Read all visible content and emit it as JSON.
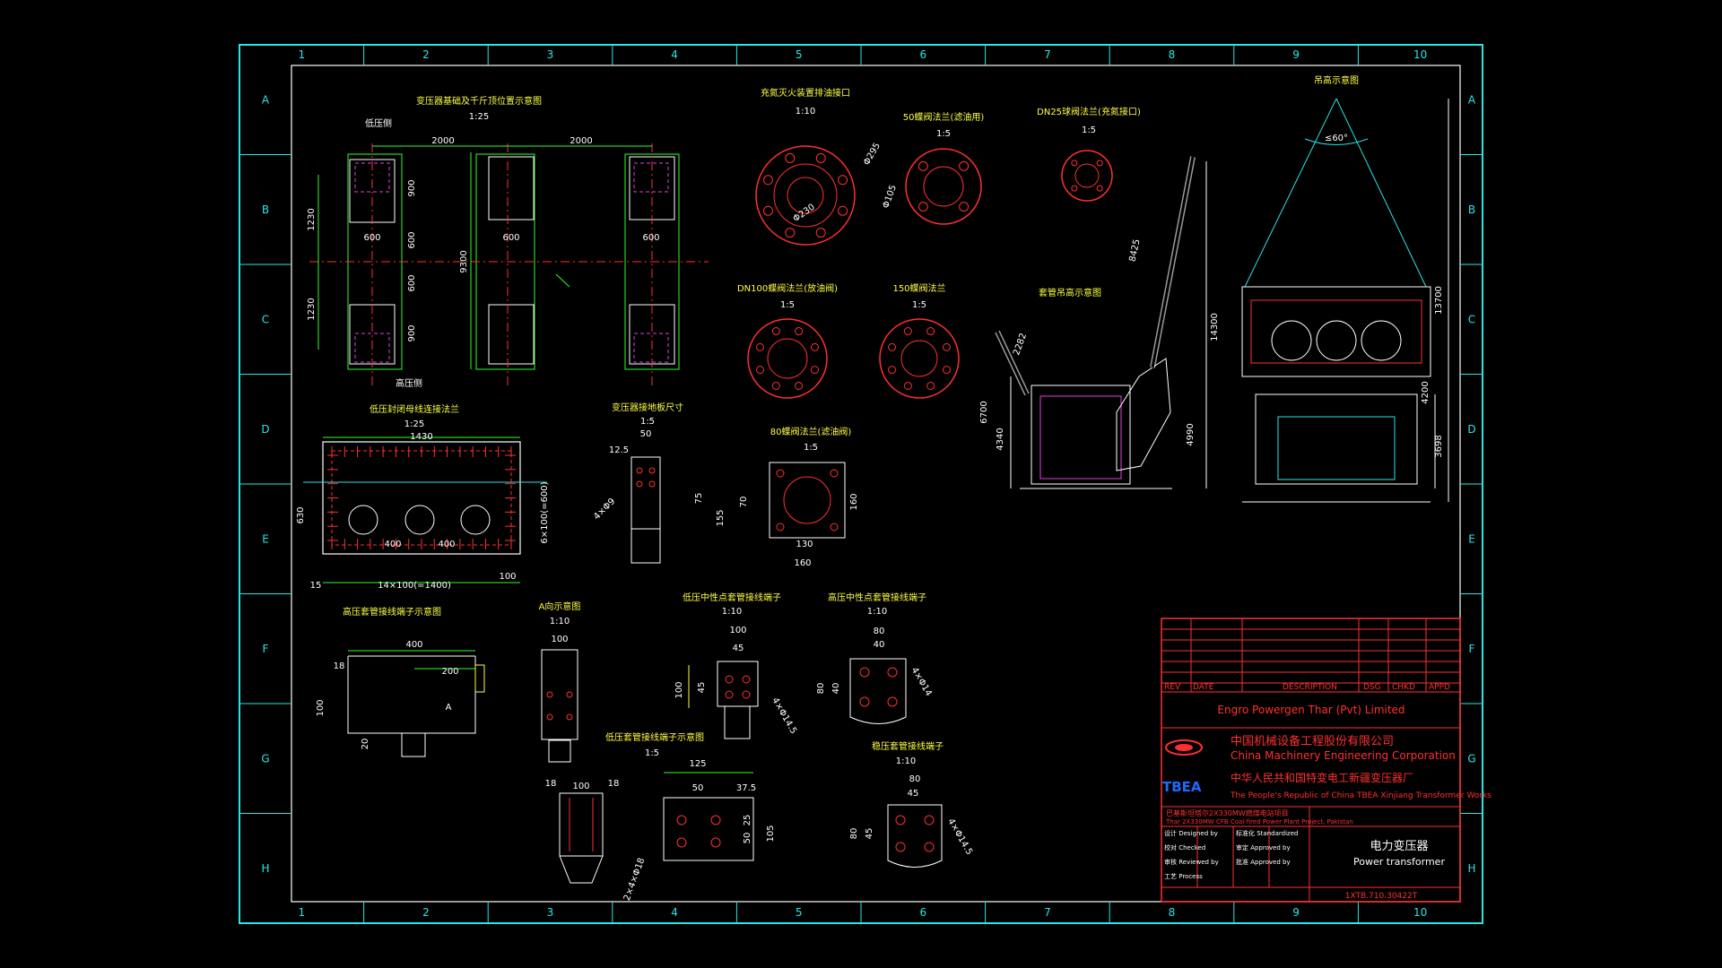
{
  "border": {
    "cols": [
      "1",
      "2",
      "3",
      "4",
      "5",
      "6",
      "7",
      "8",
      "9",
      "10"
    ],
    "rows": [
      "A",
      "B",
      "C",
      "D",
      "E",
      "F",
      "G",
      "H"
    ]
  },
  "views": {
    "foundation": {
      "title": "变压器基础及千斤顶位置示意图",
      "scale": "1:25",
      "lv_side": "低压侧",
      "hv_side": "高压侧",
      "dim_top1": "2000",
      "dim_top2": "2000",
      "dim_h1": "1230",
      "dim_h2": "1230",
      "dim_900a": "900",
      "dim_600a": "600",
      "dim_600b": "600",
      "dim_900b": "900",
      "w_left": "600",
      "w_mid": "600",
      "w_right": "600",
      "total": "9300"
    },
    "flange_fire": {
      "title": "充氮灭火装置排油接口",
      "scale": "1:10",
      "d1": "Φ295",
      "d2": "Φ230"
    },
    "flange50": {
      "title": "50蝶阀法兰(滤油用)",
      "scale": "1:5",
      "d1": "Φ105"
    },
    "flange_dn25": {
      "title": "DN25球阀法兰(充氮接口)",
      "scale": "1:5"
    },
    "flange_dn100": {
      "title": "DN100蝶阀法兰(放油阀)",
      "scale": "1:5"
    },
    "flange150": {
      "title": "150蝶阀法兰",
      "scale": "1:5"
    },
    "lv_terminal": {
      "title": "低压封闭母线连接法兰",
      "scale": "1:25",
      "w": "1430",
      "h": "630",
      "p1": "400",
      "p2": "400",
      "bolts": "14×100(=1400)",
      "side": "6×100(=600)",
      "e1": "15",
      "e2": "100"
    },
    "grounding": {
      "title": "变压器接地板尺寸",
      "scale": "1:5",
      "d50": "50",
      "d125": "12.5",
      "d75": "75",
      "d155": "155",
      "holes": "4×Φ9"
    },
    "flange80": {
      "title": "80蝶阀法兰(滤油阀)",
      "scale": "1:5",
      "w": "130",
      "wt": "160",
      "h": "160",
      "h2": "70"
    },
    "bushing_lift": {
      "title": "套管吊高示意图",
      "d1": "8425",
      "d2": "2282",
      "d3": "6700",
      "d4": "4340",
      "d5": "4990",
      "d6": "14300"
    },
    "lift": {
      "title": "吊高示意图",
      "angle": "≤60°",
      "h1": "13700",
      "h2": "3698",
      "h3": "4200"
    },
    "hv_terminal": {
      "title": "高压套管接线端子示意图",
      "w": "400",
      "w2": "200",
      "h": "100",
      "t": "20",
      "e": "18",
      "label_a": "A"
    },
    "view_a": {
      "title": "A向示意图",
      "scale": "1:10",
      "w": "100"
    },
    "hv_neutral": {
      "title": "低压中性点套管接线端子",
      "scale": "1:10",
      "w": "100",
      "p": "45",
      "h": "100",
      "h2": "45",
      "holes": "4×Φ14.5"
    },
    "hv_neutral2": {
      "title": "高压中性点套管接线端子",
      "scale": "1:10",
      "w": "80",
      "p": "40",
      "h": "80",
      "h2": "40",
      "holes": "4×Φ14"
    },
    "lv_bushing": {
      "title": "低压套管接线端子示意图",
      "scale": "1:5",
      "w": "125",
      "p": "50",
      "p2": "37.5",
      "h1": "25",
      "h2": "50",
      "h3": "105",
      "holes": "2×4×Φ18"
    },
    "lv_bushing2": {
      "dims": "100",
      "e1": "18",
      "e2": "18"
    },
    "stab": {
      "title": "稳压套管接线端子",
      "scale": "1:10",
      "w": "80",
      "p": "45",
      "h": "80",
      "h2": "45",
      "holes": "4×Φ14.5"
    }
  },
  "title_block": {
    "headers": [
      "REV",
      "DATE",
      "DESCRIPTION",
      "DSG",
      "CHKD",
      "APPD"
    ],
    "client": "Engro Powergen Thar (Pvt) Limited",
    "contractor_cn": "中国机械设备工程股份有限公司",
    "contractor_en": "China Machinery Engineering Corporation",
    "mfr_cn": "中华人民共和国特变电工新疆变压器厂",
    "mfr_en": "The People's Republic of China TBEA Xinjiang Transformer Works",
    "logo_text": "TBEA",
    "project_cn": "巴基斯坦塔尔2X330MW燃煤电站项目",
    "project_en": "Thar 2X330MW CFB Coal-fired Power Plant Project, Pakistan",
    "roles": [
      "设计 Designed by",
      "校对 Checked",
      "审核 Reviewed by",
      "工艺 Process"
    ],
    "roles2": [
      "标准化 Standardized",
      "审定 Approved by",
      "批准 Approved by"
    ],
    "drawing_cn": "电力变压器",
    "drawing_en": "Power transformer",
    "drawing_no": "1XTB.710.30422T",
    "colors": {
      "frame": "#29e6e6",
      "line": "#2bff2b",
      "dim": "#ffff44",
      "titleblock": "#ff3030"
    }
  }
}
